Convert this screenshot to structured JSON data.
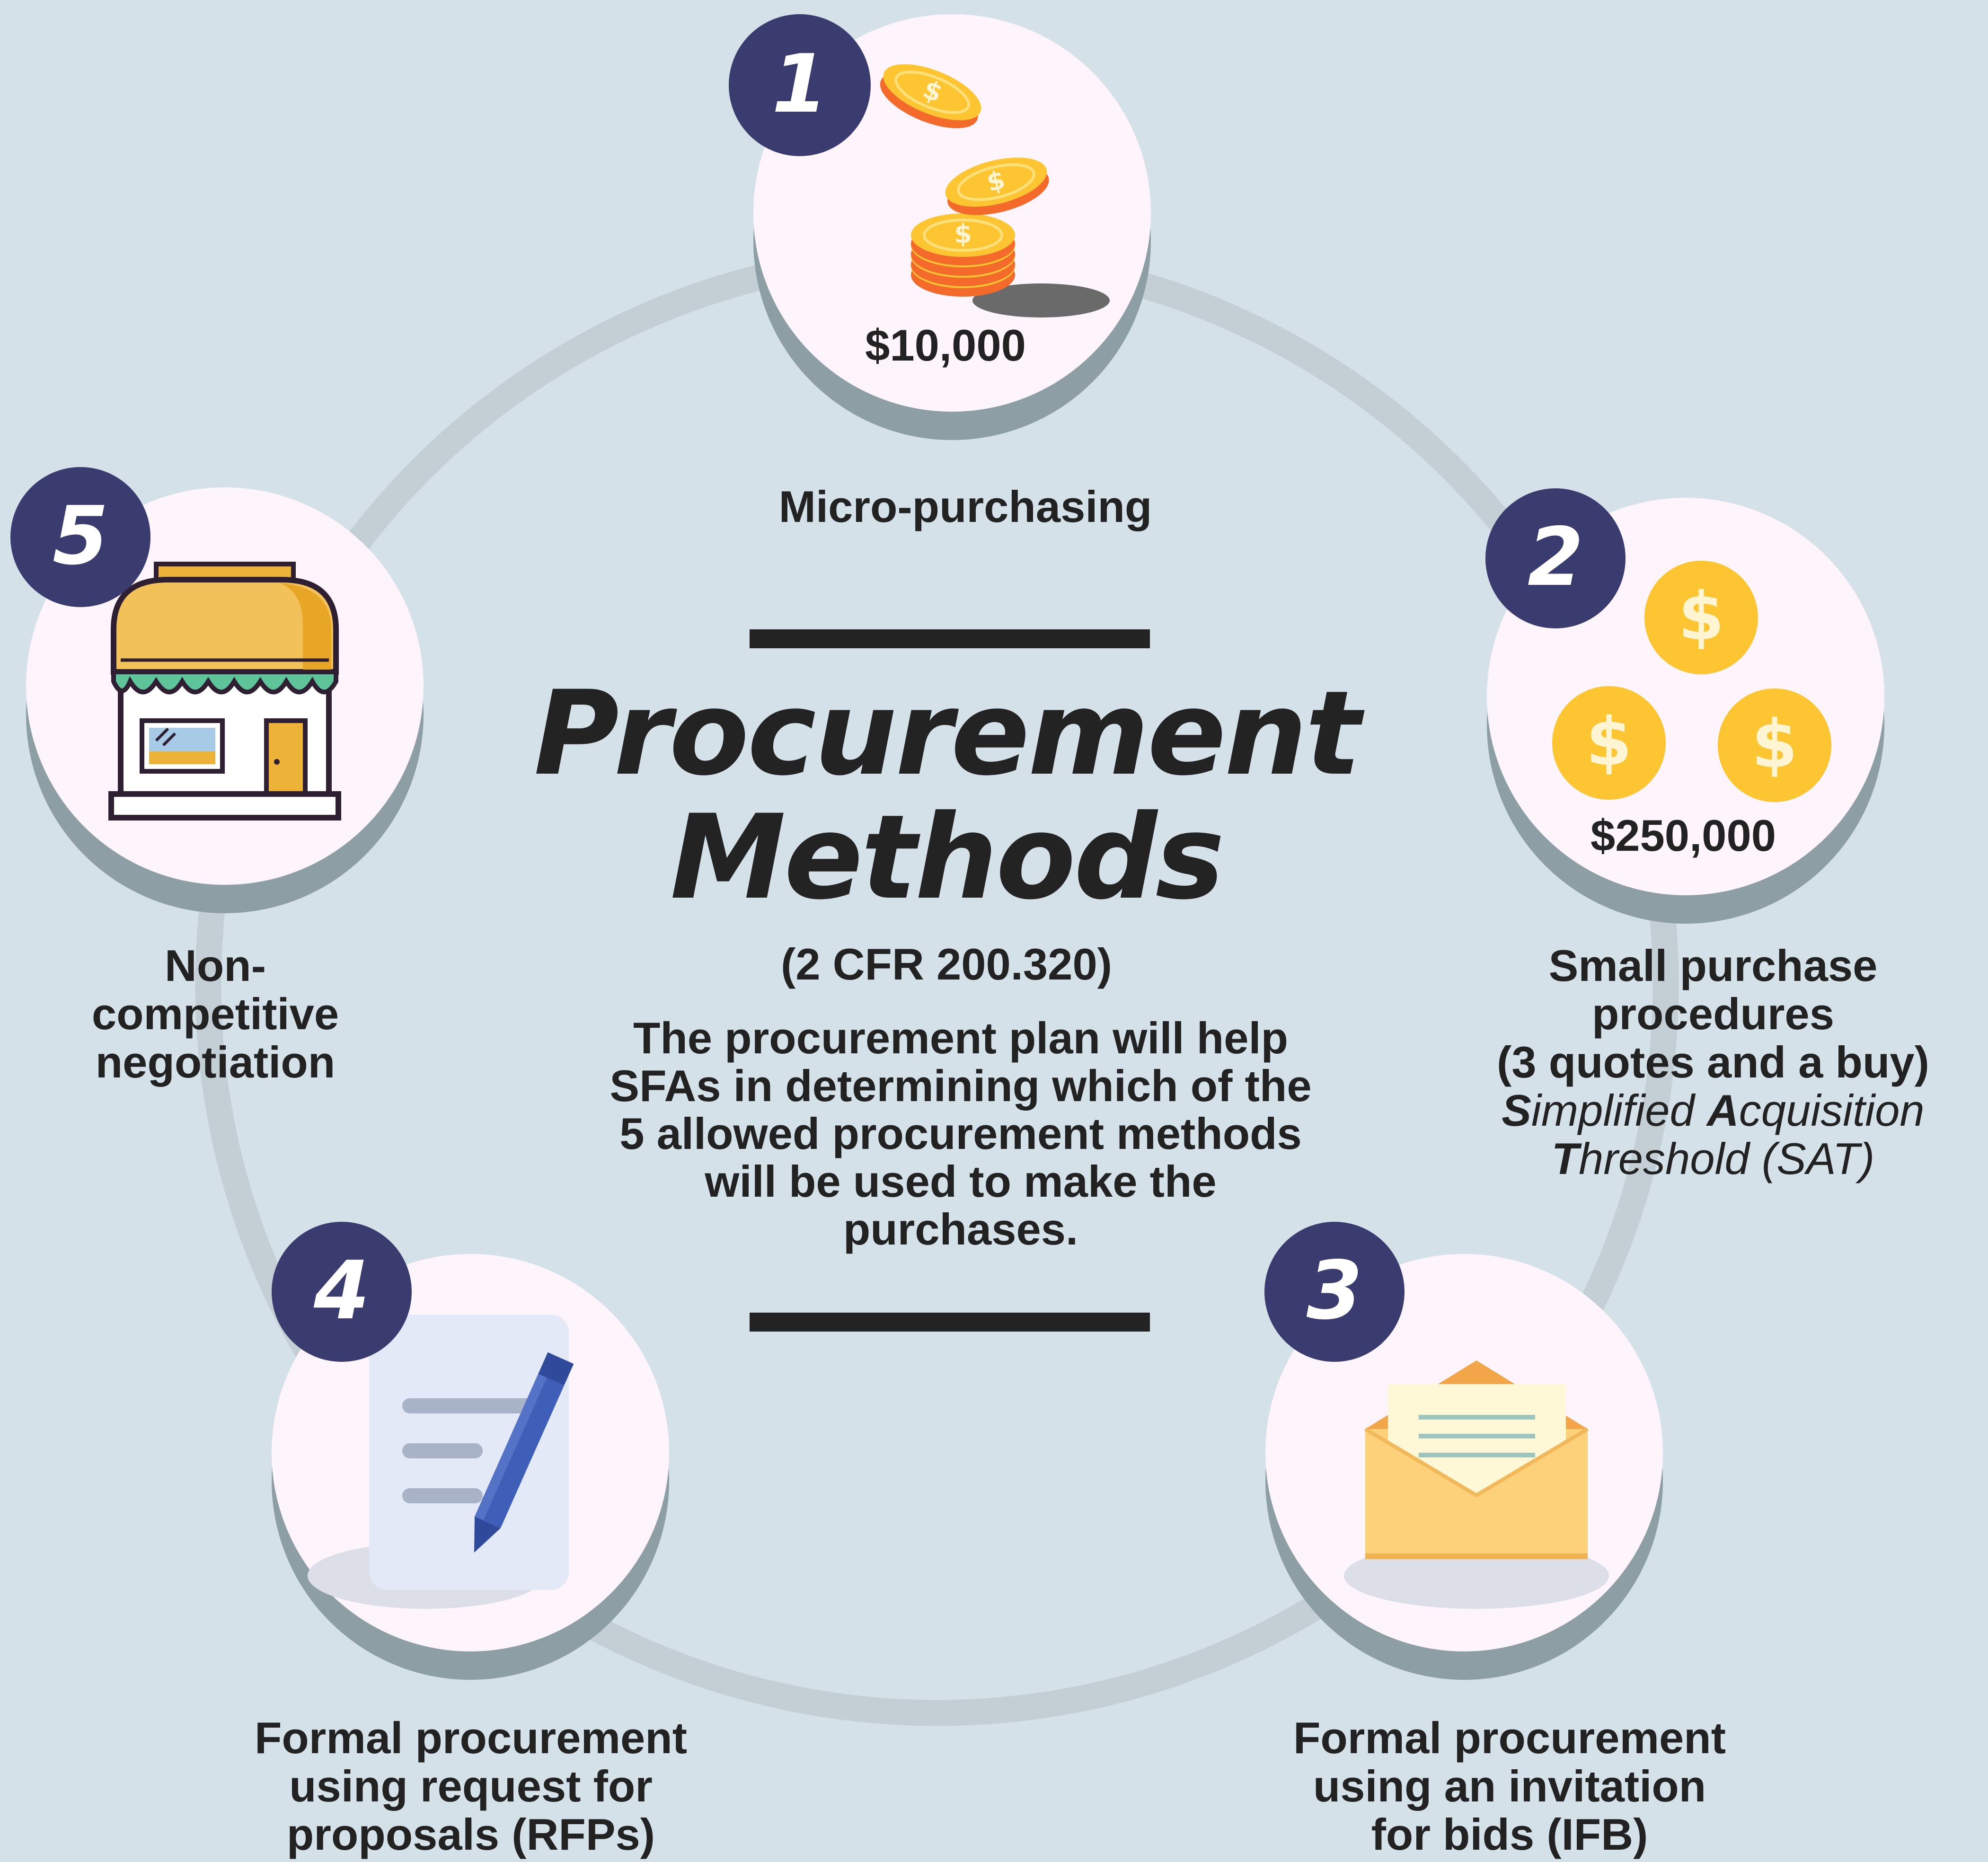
{
  "diagram": {
    "title_lines": [
      "Procurement",
      "Methods"
    ],
    "citation": "(2 CFR 200.320)",
    "description_lines": [
      "The procurement plan will help",
      "SFAs in determining which of the",
      "5 allowed procurement methods",
      "will be used to make the",
      "purchases."
    ],
    "colors": {
      "background": "#d5e1e8",
      "ring": "#c3ced5",
      "circle_face": "#fdf5fb",
      "circle_shadow": "#8e9ea5",
      "badge": "#3a3b6e",
      "text": "#222222",
      "coin_gold": "#fcc531",
      "coin_orange": "#f36a2b"
    },
    "methods": [
      {
        "number": "1",
        "icon": "falling-coins-icon",
        "amount": "$10,000",
        "label_lines": [
          "Micro-purchasing"
        ]
      },
      {
        "number": "2",
        "icon": "dollar-coins-icon",
        "amount": "$250,000",
        "label_lines": [
          "Small purchase",
          "procedures",
          "(3 quotes and a buy)"
        ],
        "italic_lines": [
          [
            {
              "b": "S"
            },
            {
              "t": "implified "
            },
            {
              "b": "A"
            },
            {
              "t": "cquisition"
            }
          ],
          [
            {
              "b": "T"
            },
            {
              "t": "hreshold (SAT)"
            }
          ]
        ]
      },
      {
        "number": "3",
        "icon": "envelope-letter-icon",
        "label_lines": [
          "Formal procurement",
          "using an invitation",
          "for bids (IFB)"
        ]
      },
      {
        "number": "4",
        "icon": "document-pen-icon",
        "label_lines": [
          "Formal procurement",
          "using request for",
          "proposals (RFPs)"
        ]
      },
      {
        "number": "5",
        "icon": "storefront-icon",
        "label_lines": [
          "Non-",
          "competitive",
          "negotiation"
        ]
      }
    ]
  }
}
